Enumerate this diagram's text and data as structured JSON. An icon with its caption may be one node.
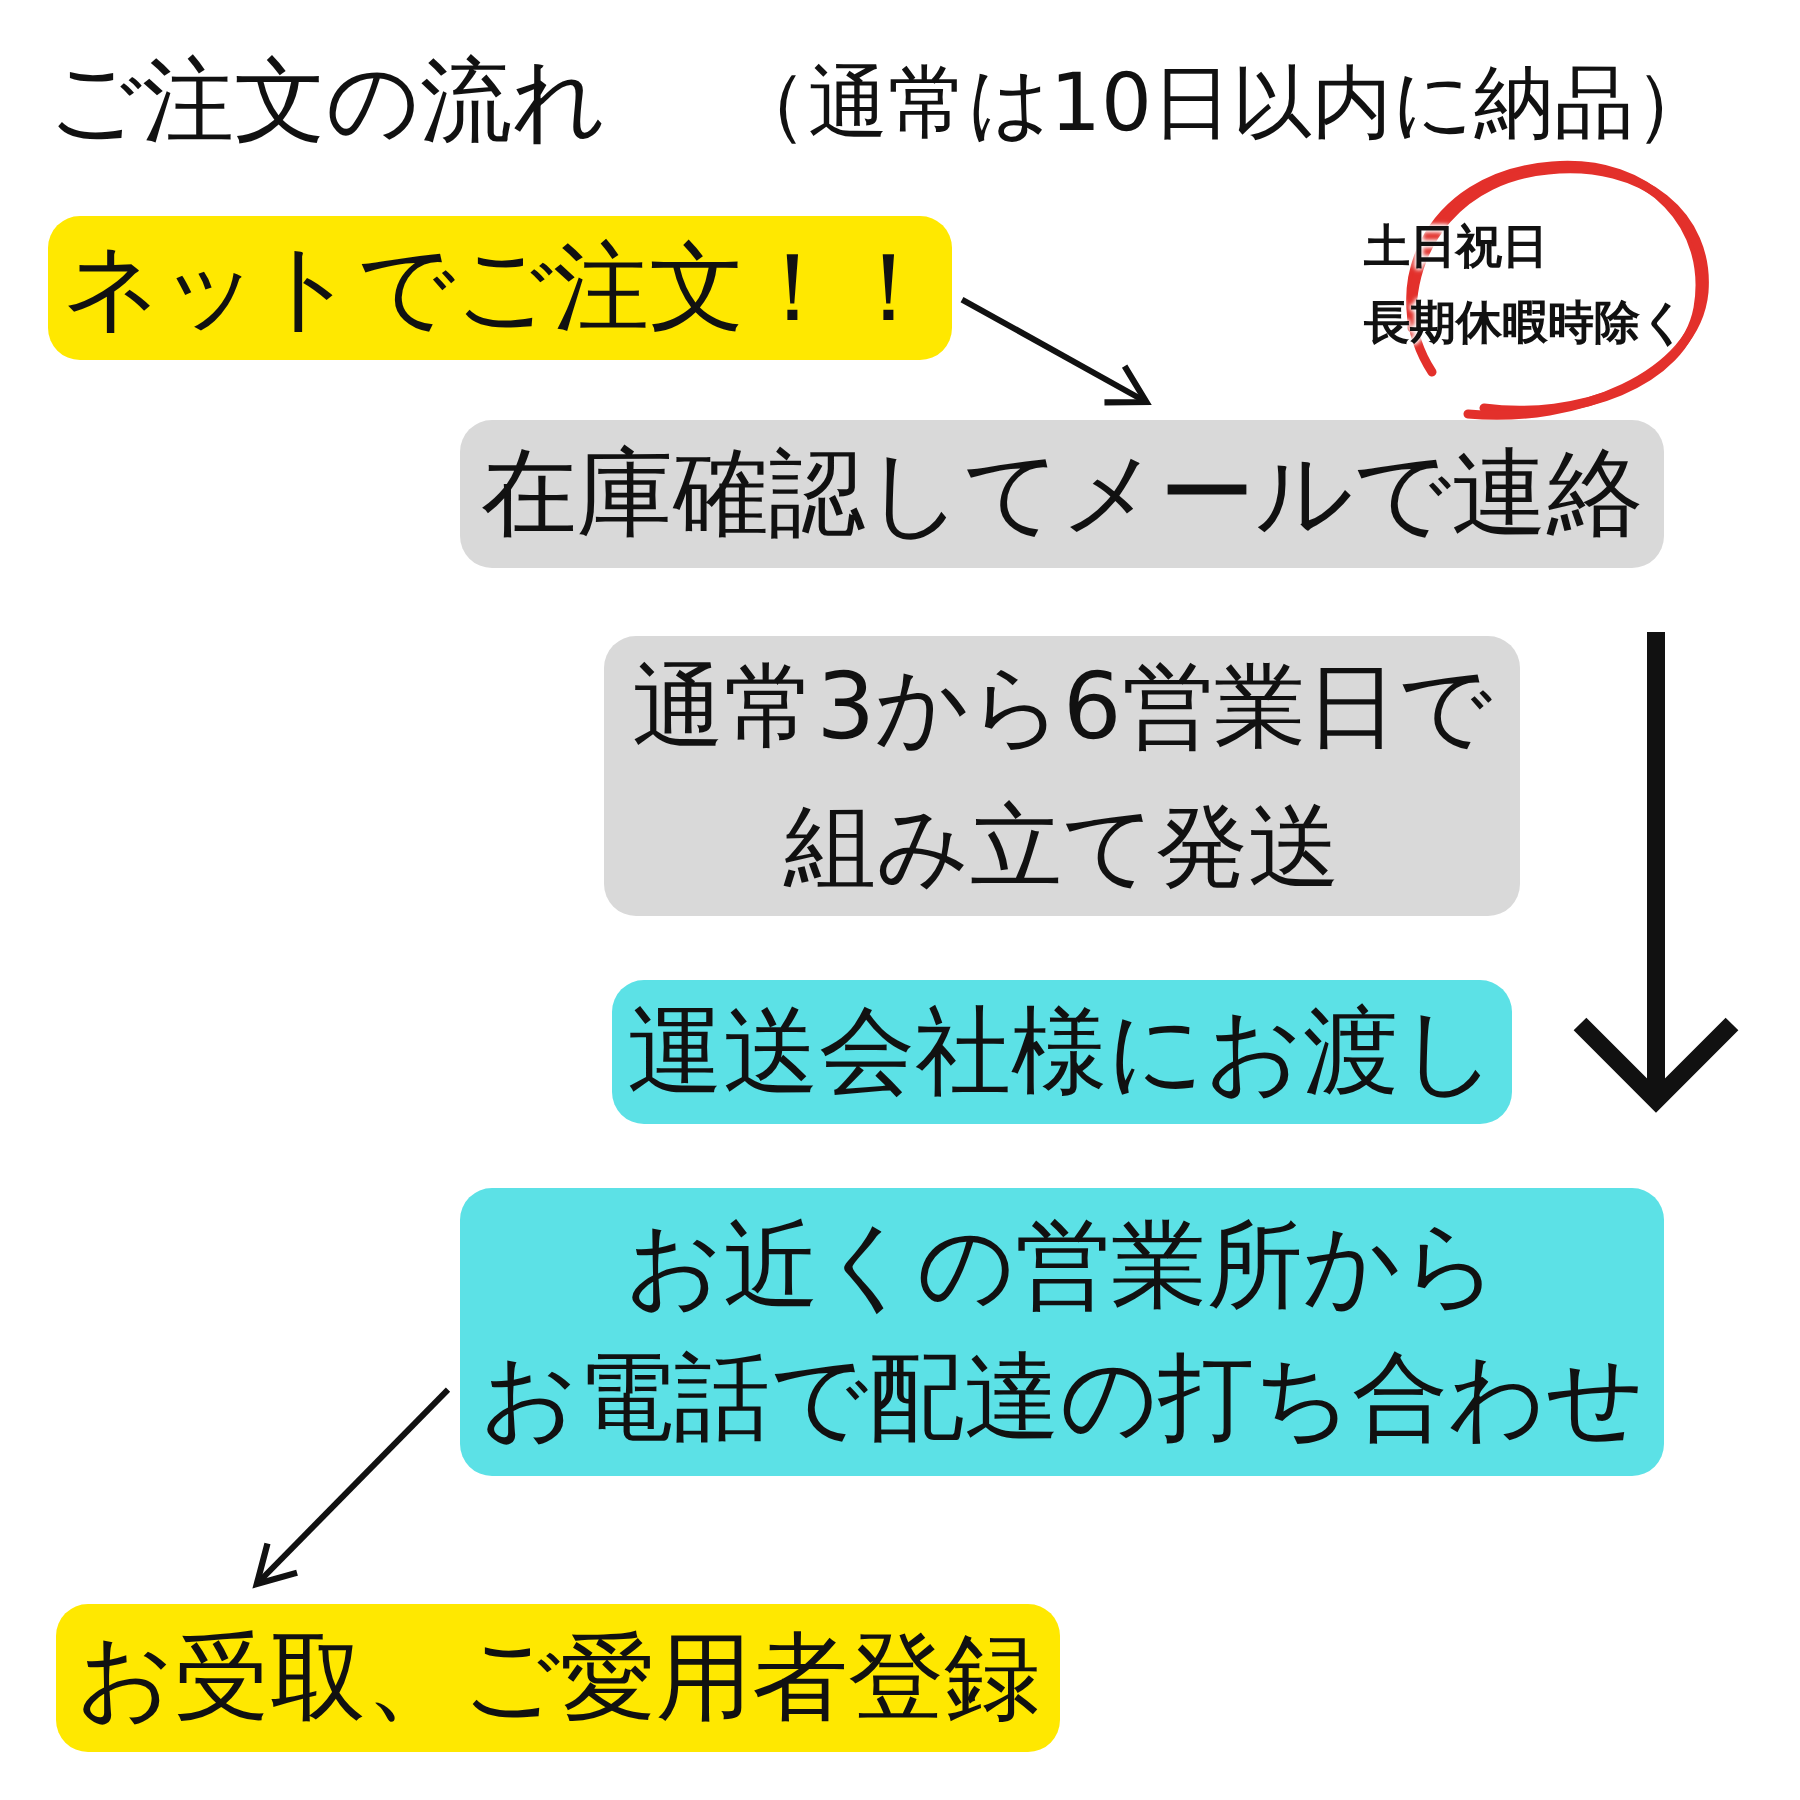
{
  "diagram": {
    "title": "ご注文の流れ",
    "nodes": [
      {
        "text": [
          "ネットでご注文！！"
        ]
      },
      {
        "text": [
          "土日祝日長期休暇時除く"
        ]
      },
      {
        "text": [
          "在庫確認してメールで連絡"
        ]
      },
      {
        "text": [
          "通常3から6営業日で組み立て発送"
        ]
      },
      {
        "text": [
          "運送会社様にお渡し"
        ]
      },
      {
        "text": [
          "お近くの営業所からお電話で配達の打ち合わせ"
        ]
      },
      {
        "text": [
          "お受取、ご愛用者登録"
        ]
      }
    ],
    "edges": [
      {
        "from": 0,
        "to": 2,
        "arrow": "to"
      },
      {
        "from": 5,
        "to": 6,
        "arrow": "to"
      }
    ],
    "labels": [
      "（通常は10日以内に納品）"
    ]
  }
}
